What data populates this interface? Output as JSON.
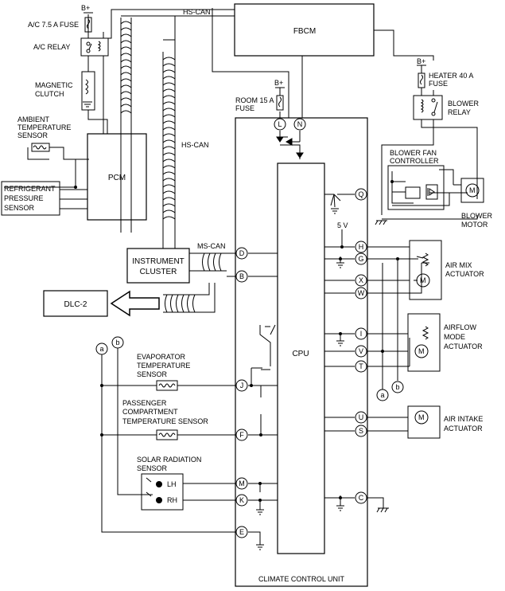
{
  "blocks": {
    "fbcm": "FBCM",
    "pcm": "PCM",
    "instrument_cluster": [
      "INSTRUMENT",
      "CLUSTER"
    ],
    "climate_control_unit": "CLIMATE CONTROL UNIT",
    "cpu": "CPU",
    "dlc2": "DLC-2"
  },
  "networks": {
    "hs_can": "HS-CAN",
    "ms_can": "MS-CAN"
  },
  "power": {
    "b_plus": "B+",
    "five_v": "5 V"
  },
  "fuses": {
    "ac_fuse": "A/C 7.5 A FUSE",
    "room_fuse": [
      "ROOM 15 A",
      "FUSE"
    ],
    "heater_fuse": [
      "HEATER 40 A",
      "FUSE"
    ]
  },
  "components": {
    "ac_relay": "A/C RELAY",
    "magnetic_clutch": [
      "MAGNETIC",
      "CLUTCH"
    ],
    "ambient_sensor": [
      "AMBIENT",
      "TEMPERATURE",
      "SENSOR"
    ],
    "refrigerant_sensor": [
      "REFRIGERANT",
      "PRESSURE",
      "SENSOR"
    ],
    "blower_relay": [
      "BLOWER",
      "RELAY"
    ],
    "blower_fan_controller": [
      "BLOWER FAN",
      "CONTROLLER"
    ],
    "blower_motor": [
      "BLOWER",
      "MOTOR"
    ],
    "air_mix_actuator": [
      "AIR MIX",
      "ACTUATOR"
    ],
    "airflow_mode_actuator": [
      "AIRFLOW",
      "MODE",
      "ACTUATOR"
    ],
    "air_intake_actuator": [
      "AIR INTAKE",
      "ACTUATOR"
    ],
    "evaporator_sensor": [
      "EVAPORATOR",
      "TEMPERATURE",
      "SENSOR"
    ],
    "passenger_sensor": [
      "PASSENGER",
      "COMPARTMENT",
      "TEMPERATURE SENSOR"
    ],
    "solar_sensor": [
      "SOLAR RADIATION",
      "SENSOR"
    ],
    "lh": "LH",
    "rh": "RH"
  },
  "terminals": {
    "L": "L",
    "N": "N",
    "Q": "Q",
    "D": "D",
    "B": "B",
    "H": "H",
    "G": "G",
    "X": "X",
    "W": "W",
    "I": "I",
    "V": "V",
    "T": "T",
    "J": "J",
    "F": "F",
    "U": "U",
    "S": "S",
    "M": "M",
    "K": "K",
    "C": "C",
    "E": "E"
  },
  "connectors": {
    "a": "a",
    "b": "b"
  }
}
